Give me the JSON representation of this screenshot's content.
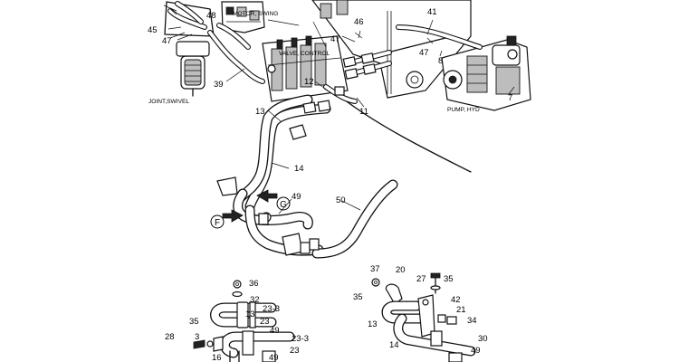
{
  "component_labels": {
    "motor_swing": "MOTOR, SWING",
    "valve_control": "VALVE, CONTROL",
    "joint_swivel": "JOINT,SWIVEL",
    "pump_hyd": "PUMP, HYD"
  },
  "view_markers": {
    "f": "F",
    "g": "G"
  },
  "callouts": [
    "48",
    "45",
    "47",
    "39",
    "46",
    "47",
    "41",
    "47",
    "8",
    "7",
    "12",
    "13",
    "11",
    "14",
    "49",
    "50",
    "36",
    "32",
    "23-3",
    "13",
    "23",
    "35",
    "49",
    "28",
    "3",
    "23-3",
    "23",
    "16",
    "49",
    "37",
    "20",
    "27",
    "35",
    "35",
    "42",
    "21",
    "34",
    "13",
    "30",
    "14",
    "49"
  ]
}
